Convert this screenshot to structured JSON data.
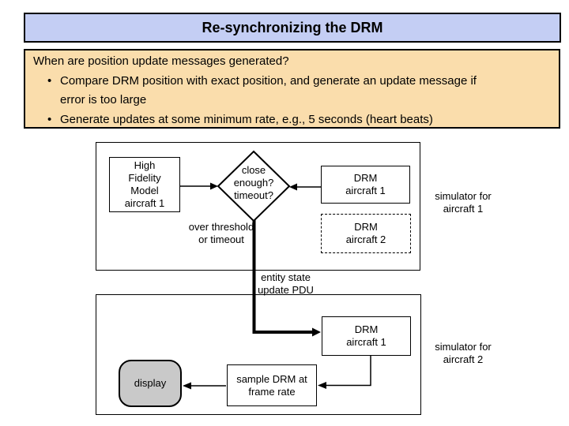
{
  "slide": {
    "title_bar": {
      "text": "Re-synchronizing the DRM",
      "bg_color": "#C4CEF4"
    },
    "content_box": {
      "bg_color": "#FADDAC",
      "intro": "When are position update messages generated?",
      "bullet_char": "•",
      "bullets": [
        "Compare DRM position with exact position, and generate an update message if\nerror is too large",
        "Generate updates at some minimum rate, e.g., 5 seconds (heart beats)"
      ]
    },
    "diagram": {
      "upper": {
        "high_fidelity_box": "High\nFidelity\nModel\naircraft 1",
        "decision_diamond": "close\nenough?\ntimeout?",
        "drm_aircraft1_box": "DRM\naircraft 1",
        "drm_aircraft2_box": "DRM\naircraft 2",
        "over_threshold_label": "over threshold\nor timeout",
        "simulator_label": "simulator for\naircraft 1"
      },
      "between": {
        "entity_state_label": "entity state\nupdate PDU"
      },
      "lower": {
        "drm_aircraft1_box": "DRM\naircraft 1",
        "sample_box": "sample DRM at\nframe rate",
        "display_box": "display",
        "simulator_label": "simulator for\naircraft 2"
      },
      "colors": {
        "line": "#000000",
        "display_fill": "#C9C9C9",
        "node_border": "#000000"
      }
    }
  }
}
